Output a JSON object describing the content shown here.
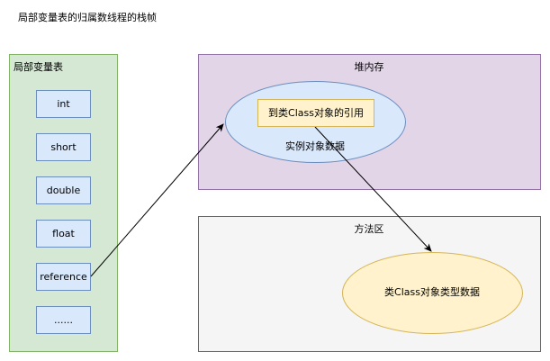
{
  "title": "局部变量表的归属数线程的栈帧",
  "local_variable_table": {
    "label": "局部变量表",
    "slots": [
      {
        "label": "int"
      },
      {
        "label": "short"
      },
      {
        "label": "double"
      },
      {
        "label": "float"
      },
      {
        "label": "reference"
      },
      {
        "label": "......"
      }
    ]
  },
  "heap": {
    "label": "堆内存",
    "instance_object": {
      "label": "实例对象数据",
      "class_reference": "到类Class对象的引用"
    }
  },
  "method_area": {
    "label": "方法区",
    "class_type_data": "类Class对象类型数据"
  },
  "edges": [
    {
      "from": "reference",
      "to": "实例对象数据"
    },
    {
      "from": "到类Class对象的引用",
      "to": "类Class对象类型数据"
    }
  ],
  "colors": {
    "stack_fill": "#d5e8d4",
    "stack_stroke": "#82b366",
    "slot_fill": "#dae8fc",
    "slot_stroke": "#6c8ebf",
    "heap_fill": "#e1d5e7",
    "heap_stroke": "#9673a6",
    "method_fill": "#f5f5f5",
    "method_stroke": "#666666",
    "class_ref_fill": "#fff2cc",
    "class_ref_stroke": "#d6b656",
    "edge": "#000000"
  }
}
